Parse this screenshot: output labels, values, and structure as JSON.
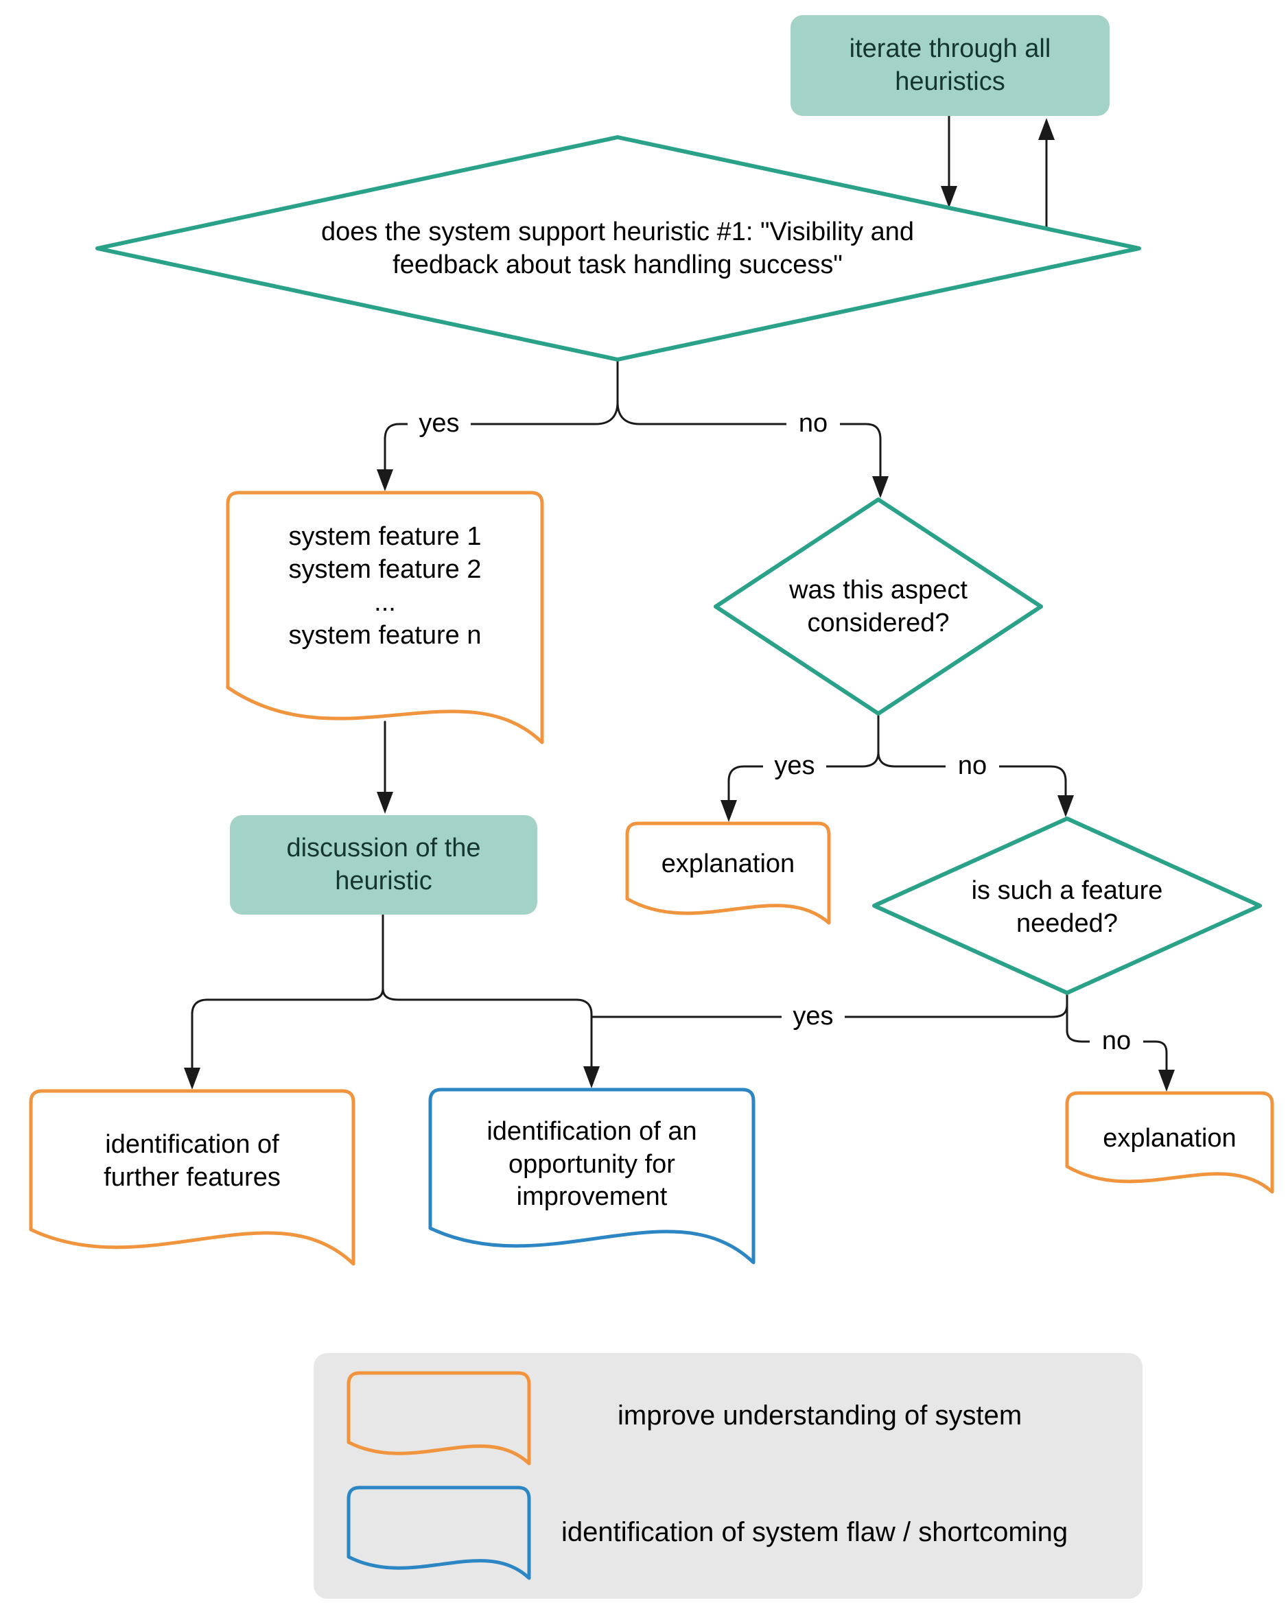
{
  "nodes": {
    "iterate": {
      "label": "iterate through all\nheuristics"
    },
    "heuristic_check": {
      "label": "does the system support heuristic #1: \"Visibility and\nfeedback about task handling success\""
    },
    "system_features": {
      "label": "system feature 1\nsystem feature 2\n...\nsystem feature n"
    },
    "aspect_considered": {
      "label": "was this aspect\nconsidered?"
    },
    "discussion": {
      "label": "discussion of the\nheuristic"
    },
    "explanation_considered": {
      "label": "explanation"
    },
    "feature_needed": {
      "label": "is such a feature\nneeded?"
    },
    "further_features": {
      "label": "identification of\nfurther features"
    },
    "improvement": {
      "label": "identification of an\nopportunity for\nimprovement"
    },
    "explanation_not_needed": {
      "label": "explanation"
    }
  },
  "edges": {
    "heuristic_yes": "yes",
    "heuristic_no": "no",
    "considered_yes": "yes",
    "considered_no": "no",
    "needed_yes": "yes",
    "needed_no": "no"
  },
  "legend": {
    "items": [
      {
        "shape": "document",
        "color": "#f0943e",
        "color_name": "orange",
        "label": "improve understanding of system"
      },
      {
        "shape": "document",
        "color": "#2b86c3",
        "color_name": "blue",
        "label": "identification of system flaw / shortcoming"
      }
    ]
  },
  "colors": {
    "teal_fill": "#a3d2c6",
    "teal_stroke": "#2aa189",
    "orange": "#f0943e",
    "blue": "#2b86c3",
    "line": "#1a1a1a",
    "legend_bg": "#e7e7e7"
  }
}
